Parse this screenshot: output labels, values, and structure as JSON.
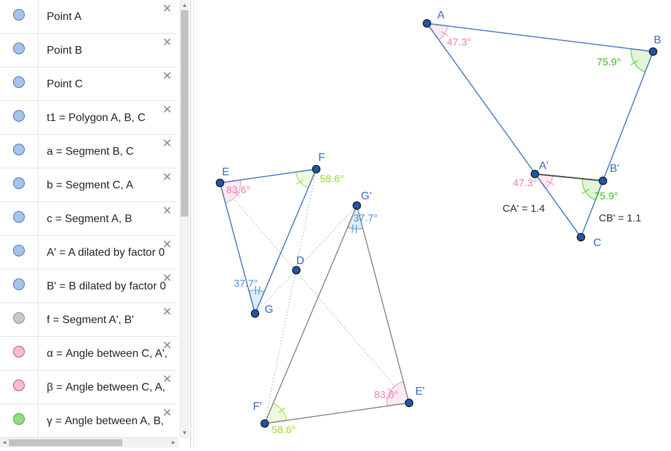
{
  "app": "geometry-tool",
  "sidebar": {
    "delete_icon": "✕",
    "rows": [
      {
        "label": "Point A",
        "color": "blue"
      },
      {
        "label": "Point B",
        "color": "blue"
      },
      {
        "label": "Point C",
        "color": "blue"
      },
      {
        "label": "t1 = Polygon A, B, C",
        "color": "blue"
      },
      {
        "label": "a = Segment B, C",
        "color": "blue"
      },
      {
        "label": "b = Segment C, A",
        "color": "blue"
      },
      {
        "label": "c = Segment A, B",
        "color": "blue"
      },
      {
        "label": "A' = A dilated by factor 0",
        "color": "blue"
      },
      {
        "label": "B' = B dilated by factor 0",
        "color": "blue"
      },
      {
        "label": "f = Segment A', B'",
        "color": "gray"
      },
      {
        "label": "α = Angle between C, A',",
        "color": "pink"
      },
      {
        "label": "β = Angle between C, A,",
        "color": "pink"
      },
      {
        "label": "γ = Angle between A, B,",
        "color": "green"
      }
    ],
    "scrollbar_icons": {
      "up": "▲",
      "down": "▼",
      "left": "◄",
      "right": "►"
    }
  },
  "graphics": {
    "point_labels": {
      "A": "A",
      "B": "B",
      "C": "C",
      "A_prime": "A'",
      "B_prime": "B'",
      "D": "D",
      "E": "E",
      "F": "F",
      "G": "G",
      "E_prime": "E'",
      "F_prime": "F'",
      "G_prime": "G'"
    },
    "angle_labels": {
      "at_A": "47.3°",
      "at_B": "75.9°",
      "at_A_prime": "47.3°",
      "at_B_prime": "75.9°",
      "at_E": "83.6°",
      "at_F": "58.6°",
      "at_G": "37.7°",
      "at_G_prime": "37.7°",
      "at_E_prime": "83.6°",
      "at_F_prime": "58.6°"
    },
    "measurements": {
      "CA_prime": "CA' = 1.4",
      "CB_prime": "CB' = 1.1"
    }
  },
  "colors": {
    "segment_blue": "#4478c0",
    "segment_gray": "#808080",
    "segment_dark": "#4d4d4d",
    "point_fill": "#1d57a9",
    "angle_pink": "#ee82ab",
    "angle_green": "#33c01b",
    "angle_light_green": "#8fdc3a",
    "angle_blue": "#4a90d9"
  }
}
